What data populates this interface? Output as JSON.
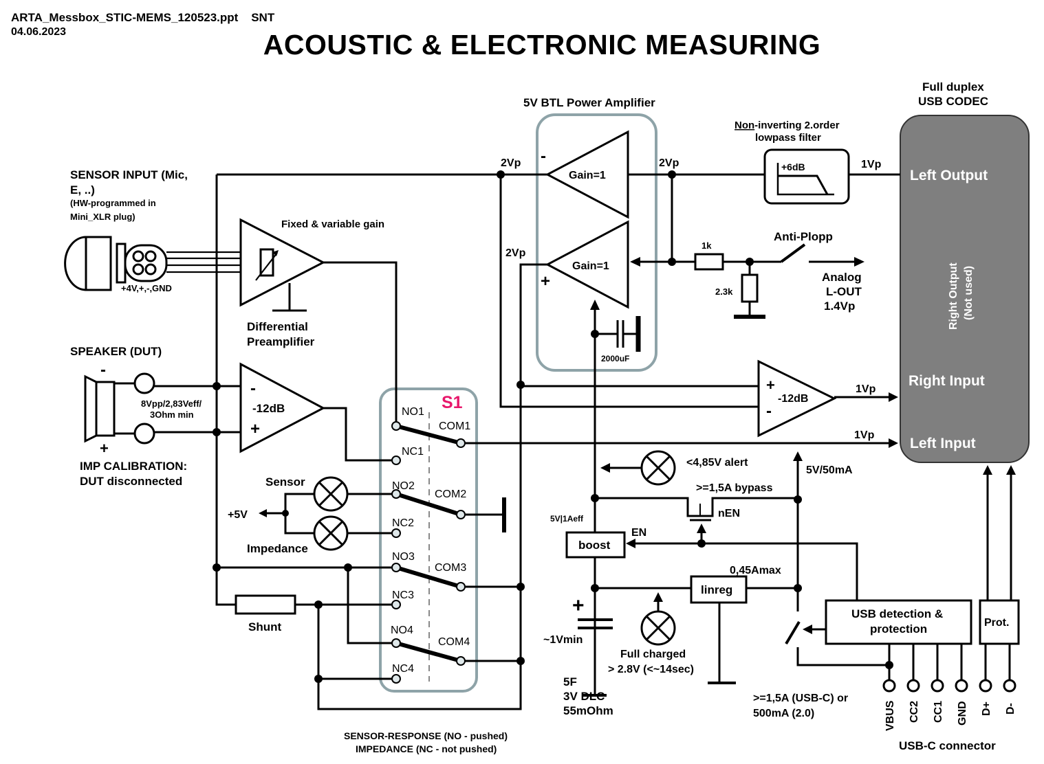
{
  "header": {
    "file": "ARTA_Messbox_STIC-MEMS_120523.ppt    SNT",
    "date": "04.06.2023",
    "title": "ACOUSTIC & ELECTRONIC MEASURING"
  },
  "sensor_input": {
    "title1": "SENSOR INPUT (Mic,",
    "title2": "E, ..)",
    "note1": "(HW-programmed in",
    "note2": "Mini_XLR plug)",
    "pins": "+4V,+,-,GND"
  },
  "preamp": {
    "title": "Fixed & variable gain",
    "label1": "Differential",
    "label2": "Preamplifier"
  },
  "speaker": {
    "title": "SPEAKER (DUT)",
    "minus": "-",
    "plus": "+",
    "spec1": "8Vpp/2,83Veff/",
    "spec2": "3Ohm min",
    "imp1": "IMP CALIBRATION:",
    "imp2": "DUT disconnected",
    "amp_minus": "-",
    "amp_plus": "+",
    "amp_gain": "-12dB"
  },
  "lamps": {
    "sensor": "Sensor",
    "impedance": "Impedance",
    "supply": "+5V"
  },
  "shunt": "Shunt",
  "switch": {
    "name": "S1",
    "no1": "NO1",
    "nc1": "NC1",
    "com1": "COM1",
    "no2": "NO2",
    "nc2": "NC2",
    "com2": "COM2",
    "no3": "NO3",
    "nc3": "NC3",
    "com3": "COM3",
    "no4": "NO4",
    "nc4": "NC4",
    "com4": "COM4",
    "caption1": "SENSOR-RESPONSE (NO - pushed)",
    "caption2": "IMPEDANCE (NC - not pushed)"
  },
  "power_amp": {
    "title": "5V BTL Power Amplifier",
    "in_level_top": "2Vp",
    "in_level_bottom": "2Vp",
    "out_level": "2Vp",
    "gain_top": "Gain=1",
    "gain_bottom": "Gain=1",
    "minus": "-",
    "plus": "+",
    "cap": "2000uF"
  },
  "filter": {
    "title1a": "Non",
    "title1b": "-inverting 2.order",
    "title2": "lowpass filter",
    "gain": "+6dB",
    "out_level": "1Vp"
  },
  "anti_plopp": {
    "title": "Anti-Plopp",
    "r1": "1k",
    "r2": "2.3k",
    "out1": "Analog",
    "out2": "L-OUT",
    "out3": "1.4Vp"
  },
  "input_amp": {
    "plus": "+",
    "minus": "-",
    "gain": "-12dB",
    "right_level": "1Vp",
    "left_level": "1Vp"
  },
  "codec": {
    "title1": "Full duplex",
    "title2": "USB CODEC",
    "left_output": "Left Output",
    "right_output1": "Right  Output",
    "right_output2": "(Not used)",
    "right_input": "Right Input",
    "left_input": "Left Input"
  },
  "power": {
    "alert": "<4,85V alert",
    "supply": "5V/50mA",
    "bypass": ">=1,5A bypass",
    "nen": "nEN",
    "en": "EN",
    "boost_rating": "5V|1Aeff",
    "boost": "boost",
    "linreg_current": "0,45Amax",
    "linreg": "linreg",
    "cap_plus": "+",
    "cap_min": "~1Vmin",
    "full1": "Full charged",
    "full2": "> 2.8V (<~14sec)",
    "cap1": "5F",
    "cap2": "3V DLC",
    "cap3": "55mOhm",
    "usb_current1": ">=1,5A (USB-C) or",
    "usb_current2": "500mA (2.0)"
  },
  "usb": {
    "detect1": "USB detection &",
    "detect2": "protection",
    "prot": "Prot.",
    "pins": [
      "VBUS",
      "CC2",
      "CC1",
      "GND",
      "D+",
      "D-"
    ],
    "connector": "USB-C connector"
  }
}
